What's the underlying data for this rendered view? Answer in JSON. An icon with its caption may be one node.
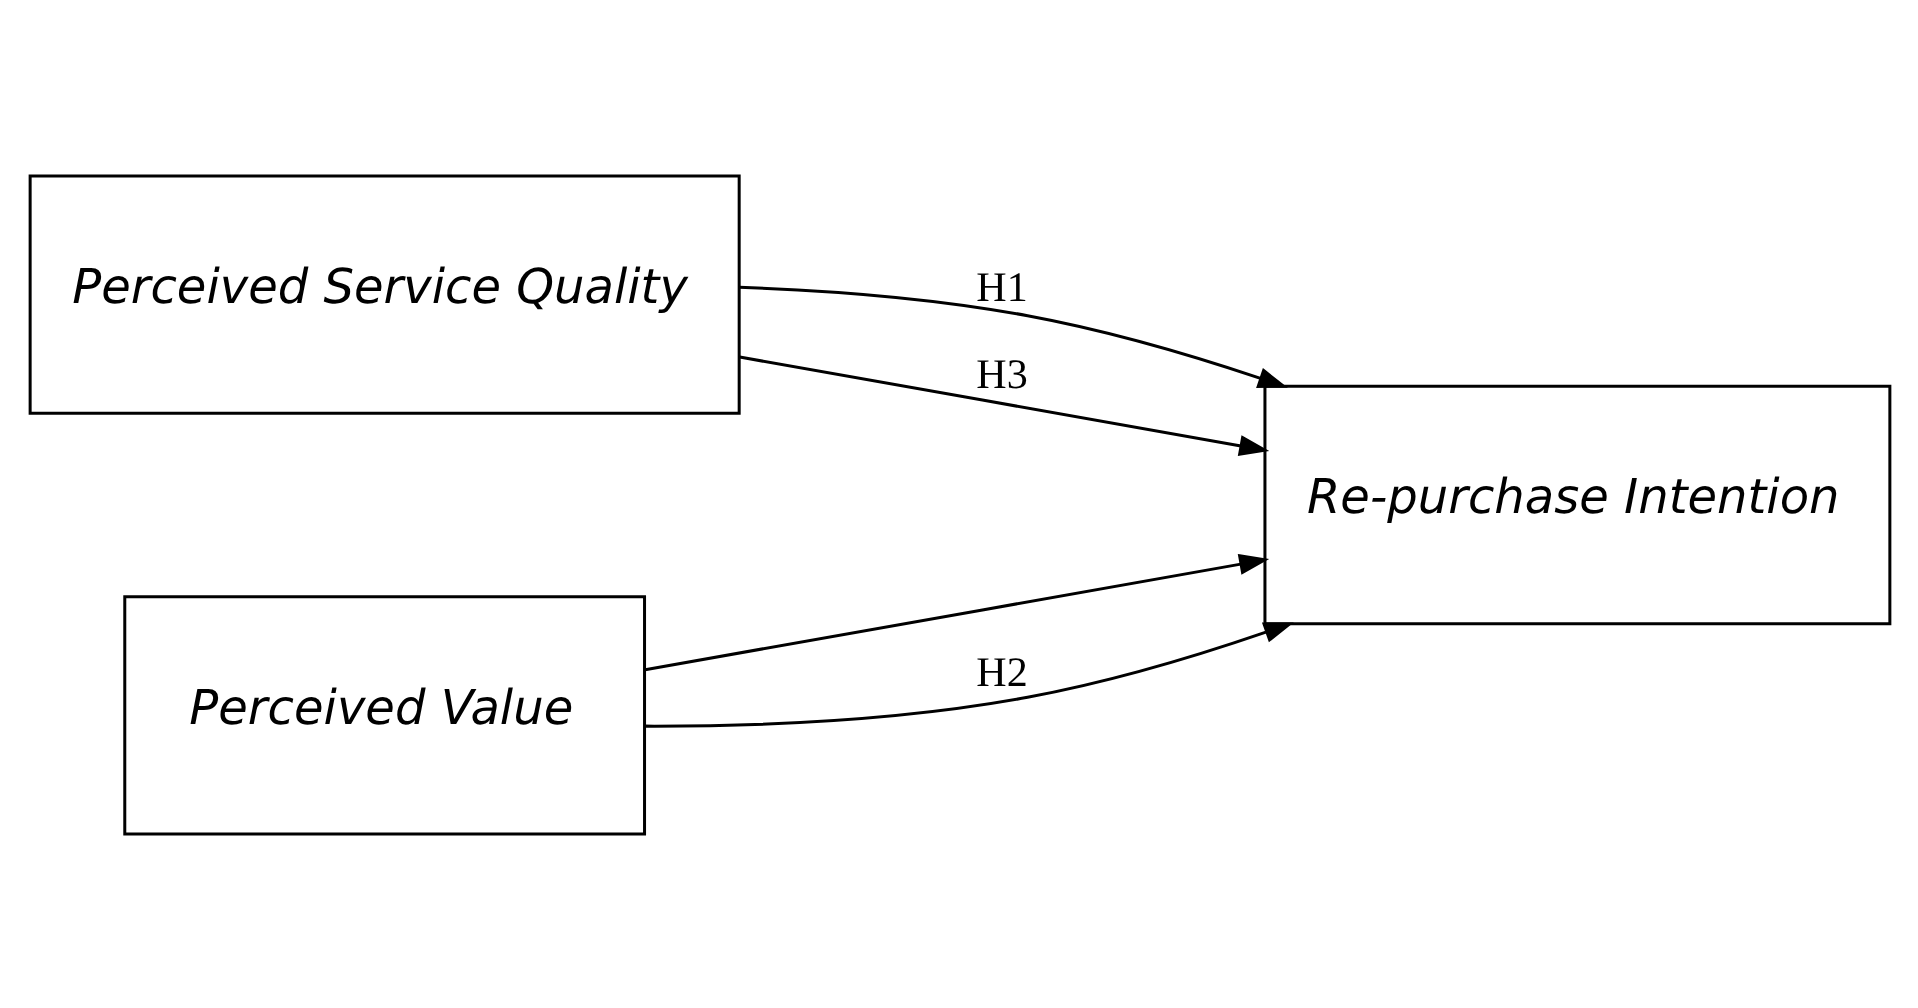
{
  "diagram": {
    "nodes": [
      {
        "text": [
          "Perceived Service Quality"
        ]
      },
      {
        "text": [
          "Perceived Value"
        ]
      },
      {
        "text": [
          "Re-purchase Intention"
        ]
      }
    ],
    "edges": [
      {
        "from": 0,
        "to": 2,
        "arrow": "to",
        "label": "H1"
      },
      {
        "from": 0,
        "to": 2,
        "arrow": "to",
        "label": "H3"
      },
      {
        "from": 1,
        "to": 2,
        "arrow": "to"
      },
      {
        "from": 1,
        "to": 2,
        "arrow": "to",
        "label": "H2"
      }
    ]
  }
}
